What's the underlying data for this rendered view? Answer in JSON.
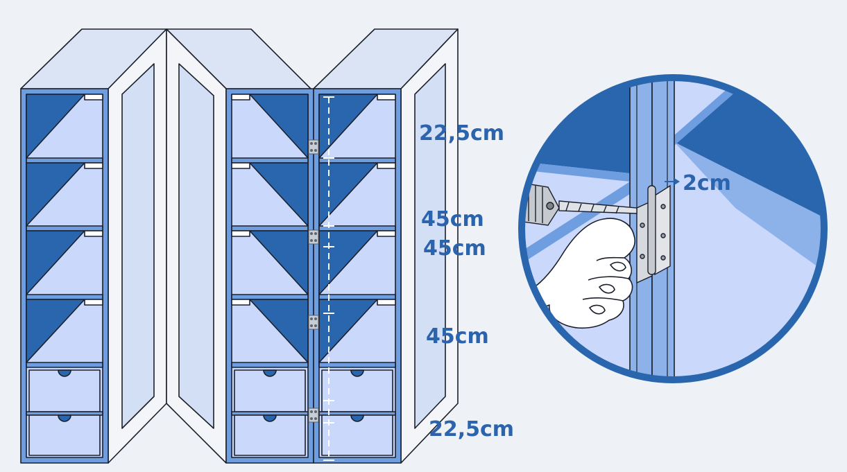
{
  "labels": {
    "dim_top": "22,5cm",
    "dim_mid_1": "45cm",
    "dim_mid_2": "45cm",
    "dim_mid_3": "45cm",
    "dim_bottom": "22,5cm",
    "hinge_offset": "2cm"
  },
  "colors": {
    "background": "#eef2f7",
    "dark_blue": "#2966ad",
    "mid_blue": "#6f9ee0",
    "light_blue": "#c9d8fb",
    "pale_blue": "#dbe4f5",
    "outline": "#1b1f2a",
    "white": "#ffffff"
  },
  "icons": {
    "hinge": "hinge-icon",
    "drill": "drill-icon",
    "hand": "hand-icon"
  }
}
